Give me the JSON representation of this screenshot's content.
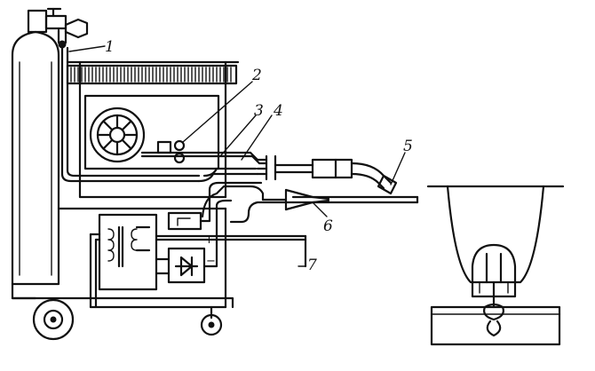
{
  "labels": {
    "l1": "1",
    "l2": "2",
    "l3": "3",
    "l4": "4",
    "l5": "5",
    "l6": "6",
    "l7": "7"
  },
  "symbols": {
    "plus": "+",
    "minus": "−"
  },
  "colors": {
    "ink": "#111111",
    "paper": "#ffffff"
  }
}
